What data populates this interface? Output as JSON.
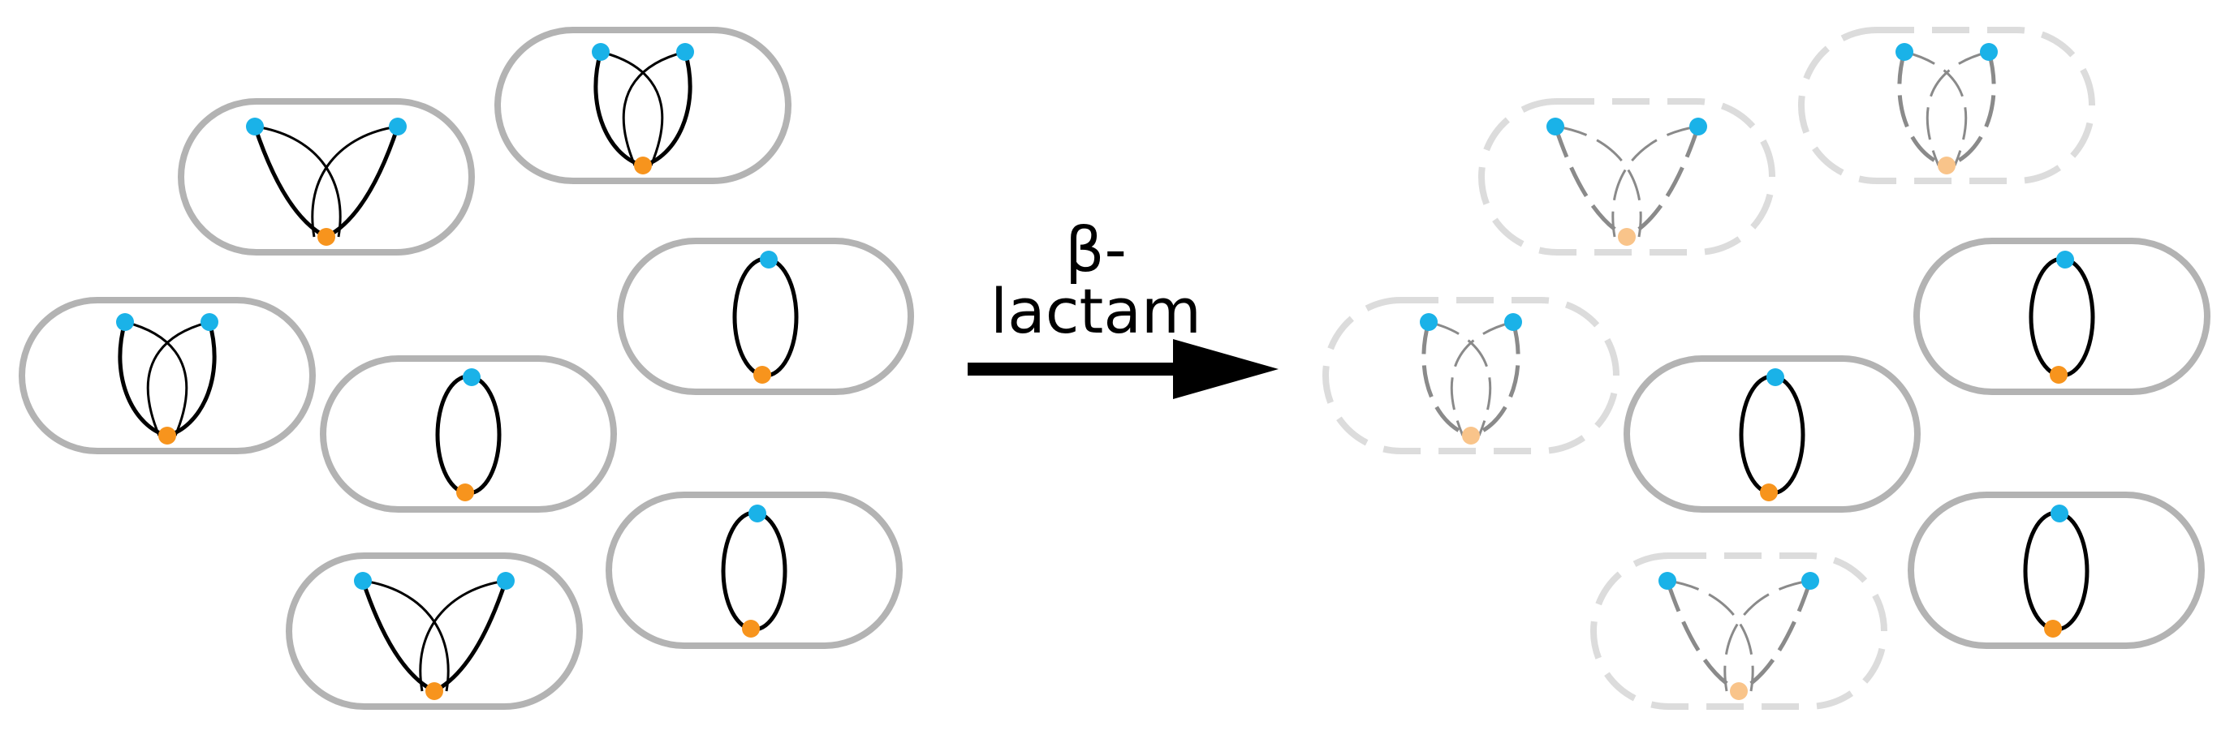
{
  "diagram": {
    "arrow_label": "β-lactam",
    "colors": {
      "cell_outline": "#b3b3b3",
      "cell_outline_faded": "#dcdcdc",
      "loop_line": "#000000",
      "loop_line_faded": "#8a8a8a",
      "node_top": "#1ab2e8",
      "node_bottom": "#f7941d",
      "node_bottom_faded": "#f9c48a",
      "arrow": "#000000"
    },
    "before_treatment": {
      "cells": [
        {
          "id": "b1",
          "topology": "crossed-wide",
          "state": "intact"
        },
        {
          "id": "b2",
          "topology": "crossed-narrow",
          "state": "intact"
        },
        {
          "id": "b3",
          "topology": "single-loop",
          "state": "intact"
        },
        {
          "id": "b4",
          "topology": "crossed-narrow",
          "state": "intact"
        },
        {
          "id": "b5",
          "topology": "single-loop",
          "state": "intact"
        },
        {
          "id": "b6",
          "topology": "single-loop",
          "state": "intact"
        },
        {
          "id": "b7",
          "topology": "crossed-wide",
          "state": "intact"
        }
      ]
    },
    "after_treatment": {
      "cells": [
        {
          "id": "a1",
          "topology": "crossed-wide",
          "state": "lysed"
        },
        {
          "id": "a2",
          "topology": "crossed-narrow",
          "state": "lysed"
        },
        {
          "id": "a3",
          "topology": "single-loop",
          "state": "intact"
        },
        {
          "id": "a4",
          "topology": "crossed-narrow",
          "state": "lysed"
        },
        {
          "id": "a5",
          "topology": "single-loop",
          "state": "intact"
        },
        {
          "id": "a6",
          "topology": "single-loop",
          "state": "intact"
        },
        {
          "id": "a7",
          "topology": "crossed-wide",
          "state": "lysed"
        }
      ]
    }
  }
}
